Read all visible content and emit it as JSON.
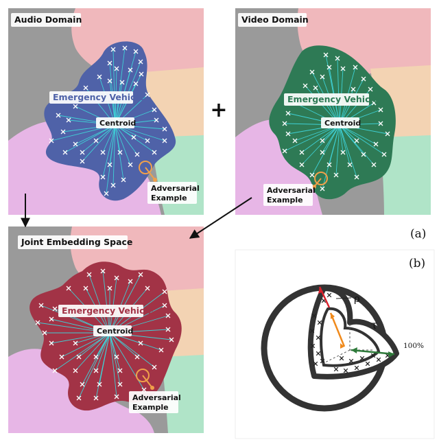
{
  "panels": {
    "audio": {
      "title": "Audio Domain",
      "cluster": "Emergency Vehicle",
      "centroid": "Centroid",
      "adversarial": [
        "Adversarial",
        "Example"
      ],
      "blob_color": "#4f62a8"
    },
    "video": {
      "title": "Video Domain",
      "cluster": "Emergency Vehicle",
      "centroid": "Centroid",
      "adversarial": [
        "Adversarial",
        "Example"
      ],
      "blob_color": "#2e7a55"
    },
    "joint": {
      "title": "Joint Embedding Space",
      "cluster": "Emergency Vehicle",
      "centroid": "Centroid",
      "adversarial": [
        "Adversarial",
        "Example"
      ],
      "blob_color": "#a23346"
    }
  },
  "plus_sign": "+",
  "part_labels": {
    "a": "(a)",
    "b": "(b)"
  },
  "sphere": {
    "rho": "ρ",
    "tau": "τ",
    "percent": "100%"
  },
  "colors": {
    "gray": "#9a9a9a",
    "pink": "#f0b8bc",
    "peach": "#f3d3b3",
    "green": "#b0e4c8",
    "magenta": "#e7b6e6",
    "ray": "#3fd1d6",
    "adversarial": "#f0a04a",
    "arrow_red": "#d8212c",
    "arrow_orange": "#f08a1c",
    "arrow_green": "#2e7a3a"
  }
}
